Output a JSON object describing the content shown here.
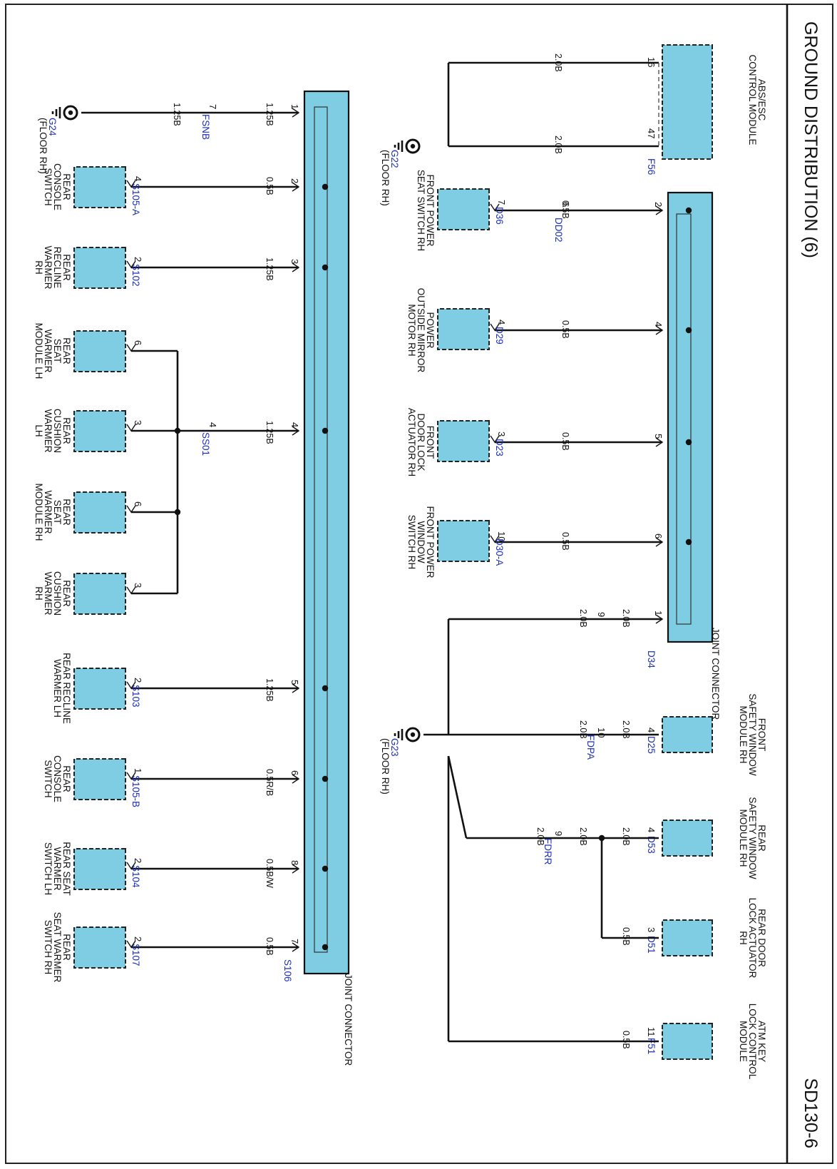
{
  "diagram": {
    "title": "GROUND DISTRIBUTION (6)",
    "page_code": "SD130-6",
    "joint_connector_label": "JOINT CONNECTOR",
    "grounds": {
      "g22": {
        "id": "G22",
        "loc": "(FLOOR RH)"
      },
      "g23": {
        "id": "G23",
        "loc": "(FLOOR RH)"
      },
      "g24": {
        "id": "G24",
        "loc": "(FLOOR RH)"
      }
    },
    "abs": {
      "name": [
        "ABS/ESC",
        "CONTROL MODULE"
      ],
      "ref": "F56",
      "pin_a": "16",
      "pin_b": "47",
      "wire_a": "2.0B",
      "wire_b": "2.0B"
    },
    "upper_joint": {
      "ref": "D34",
      "rows": [
        {
          "name": [
            "FRONT POWER",
            "SEAT SWITCH RH"
          ],
          "ref": "D36",
          "pin": "7",
          "mid_ref": "DD02",
          "mid_pin": "6",
          "joint_pin": "2",
          "wire": "0.5B"
        },
        {
          "name": [
            "POWER",
            "OUTSIDE MIRROR",
            "MOTOR RH"
          ],
          "ref": "D29",
          "pin": "4",
          "joint_pin": "4",
          "wire": "0.5B"
        },
        {
          "name": [
            "FRONT",
            "DOOR LOCK",
            "ACTUATOR RH"
          ],
          "ref": "D23",
          "pin": "3",
          "joint_pin": "5",
          "wire": "0.5B"
        },
        {
          "name": [
            "FRONT POWER",
            "WINDOW",
            "SWITCH RH"
          ],
          "ref": "D30-A",
          "pin": "10",
          "joint_pin": "6",
          "wire": "0.5B"
        }
      ],
      "ground_row": {
        "joint_pin": "1",
        "mid_pin": "9",
        "wire_a": "2.0B",
        "wire_b": "2.0B"
      }
    },
    "safety_front": {
      "name": [
        "FRONT",
        "SAFETY WINDOW",
        "MODULE RH"
      ],
      "ref": "D25",
      "pin": "4",
      "mid_ref": "FDPA",
      "mid_pin": "10",
      "wire_a": "2.0B",
      "wire_b": "2.0B"
    },
    "safety_rear": {
      "name": [
        "REAR",
        "SAFETY WINDOW",
        "MODULE RH"
      ],
      "ref": "D53",
      "pin": "4",
      "mid_ref": "FDRR",
      "mid_pin": "9",
      "wire_a": "2.0B",
      "wire_b": "2.0B",
      "wire_c": "2.0B"
    },
    "rear_door_lock": {
      "name": [
        "REAR DOOR",
        "LOCK ACTUATOR",
        "RH"
      ],
      "ref": "D51",
      "pin": "3",
      "wire": "0.5B"
    },
    "atm": {
      "name": [
        "ATM KEY",
        "LOCK CONTROL",
        "MODULE"
      ],
      "ref": "F51",
      "pin": "11",
      "wire": "0.5B"
    },
    "lower_joint": {
      "ref": "S106",
      "g24_row": {
        "joint_pin": "1",
        "mid_ref": "FSNB",
        "mid_pin": "7",
        "wire_a": "1.25B",
        "wire_b": "1.25B"
      },
      "rows": [
        {
          "name": [
            "REAR",
            "CONSOLE",
            "SWITCH"
          ],
          "ref": "S105-A",
          "pin": "4",
          "joint_pin": "2",
          "wire": "0.5B"
        },
        {
          "name": [
            "REAR",
            "RECLINE",
            "WARMER",
            "RH"
          ],
          "ref": "S102",
          "pin": "2",
          "joint_pin": "3",
          "wire": "1.25B"
        },
        {
          "name": [
            "REAR RECLINE",
            "WARMER LH"
          ],
          "ref": "S103",
          "pin": "2",
          "joint_pin": "5",
          "wire": "1.25B"
        },
        {
          "name": [
            "REAR",
            "CONSOLE",
            "SWITCH"
          ],
          "ref": "S105-B",
          "pin": "1",
          "joint_pin": "6",
          "wire": "0.5R/B"
        },
        {
          "name": [
            "REAR SEAT",
            "WARMER",
            "SWITCH LH"
          ],
          "ref": "S104",
          "pin": "2",
          "joint_pin": "8",
          "wire": "0.5B/W"
        },
        {
          "name": [
            "REAR",
            "SEAT WARMER",
            "SWITCH RH"
          ],
          "ref": "S107",
          "pin": "2",
          "joint_pin": "7",
          "wire": "0.5B"
        }
      ],
      "ss01": {
        "ref": "SS01",
        "pin": "4",
        "joint_pin": "4",
        "wire": "1.25B"
      }
    },
    "seat_group": [
      {
        "name": [
          "REAR",
          "SEAT",
          "WARMER",
          "MODULE LH"
        ],
        "pin": "6"
      },
      {
        "name": [
          "REAR",
          "CUSHION",
          "WARMER",
          "LH"
        ],
        "pin": "3"
      },
      {
        "name": [
          "REAR",
          "SEAT",
          "WARMER",
          "MODULE RH"
        ],
        "pin": "6"
      },
      {
        "name": [
          "REAR",
          "CUSHION",
          "WARMER",
          "RH"
        ],
        "pin": "3"
      }
    ]
  }
}
